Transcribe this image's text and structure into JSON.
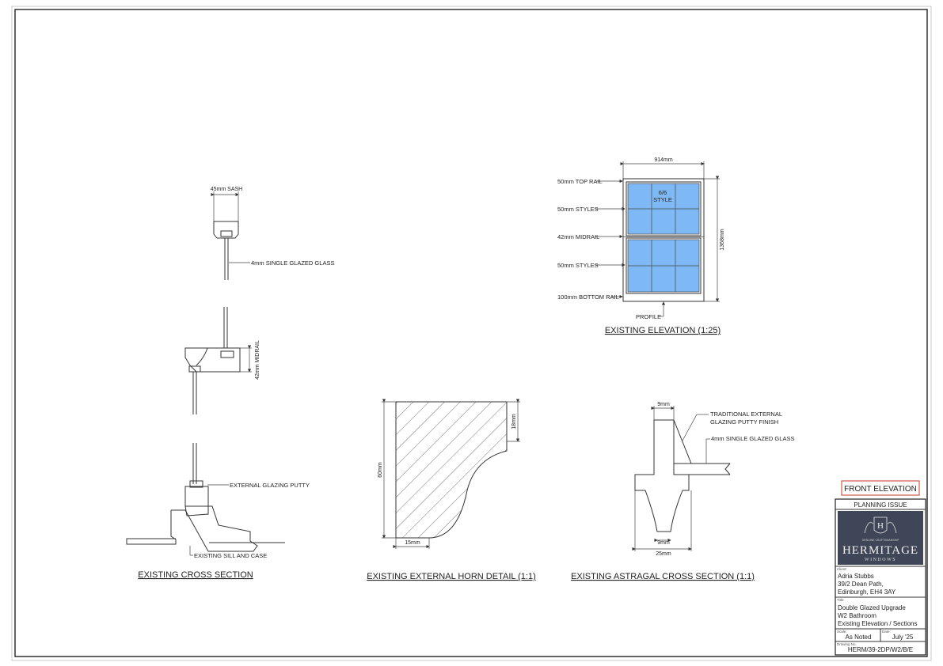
{
  "sections": {
    "cross_section": {
      "title": "EXISTING CROSS SECTION",
      "sash_dim": "45mm SASH",
      "glass_label": "4mm SINGLE GLAZED GLASS",
      "midrail_dim": "42mm MIDRAIL",
      "putty_label": "EXTERNAL GLAZING PUTTY",
      "sill_label": "EXISTING  SILL AND CASE"
    },
    "horn_detail": {
      "title": "EXISTING EXTERNAL HORN DETAIL (1:1)",
      "height_dim": "60mm",
      "right_dim": "18mm",
      "bottom_dim": "15mm"
    },
    "astragal": {
      "title": "EXISTING ASTRAGAL CROSS SECTION (1:1)",
      "top_dim": "9mm",
      "neck_dim": "9mm",
      "bottom_dim": "25mm",
      "putty_label_1": "TRADITIONAL EXTERNAL",
      "putty_label_2": "GLAZING PUTTY FINISH",
      "glass_label": "4mm SINGLE GLAZED GLASS"
    },
    "elevation": {
      "title": "EXISTING ELEVATION (1:25)",
      "width_dim": "914mm",
      "height_dim": "1368mm",
      "style_1": "6/6",
      "style_2": "STYLE",
      "labels": [
        "50mm TOP RAIL",
        "50mm STYLES",
        "42mm MIDRAIL",
        "50mm STYLES",
        "100mm BOTTOM RAIL"
      ],
      "profile_label": "PROFILE"
    }
  },
  "title_block": {
    "front_elevation": "FRONT ELEVATION",
    "status": "PLANNING ISSUE",
    "logo_tagline": "GENUINE CRAFTSMANSHIP",
    "logo_name": "HERMITAGE",
    "logo_sub": "WINDOWS",
    "client_label": "Client:",
    "client_lines": [
      "Adria Stubbs",
      "39/2 Dean Path,",
      "Edinburgh, EH4 3AY"
    ],
    "title_label": "Title:",
    "title_lines": [
      "Double Glazed Upgrade",
      "W2 Bathroom",
      "Existing Elevation / Sections"
    ],
    "scale_label": "Scale:",
    "scale": "As Noted",
    "date_label": "Date:",
    "date": "July '25",
    "drawing_no_label": "Drawing No.",
    "drawing_no": "HERM/39-2DP/W2/B/E"
  },
  "colors": {
    "glass": "#7fb9f5",
    "accent_red": "#c0392b",
    "logo_bg": "#3e4658"
  }
}
